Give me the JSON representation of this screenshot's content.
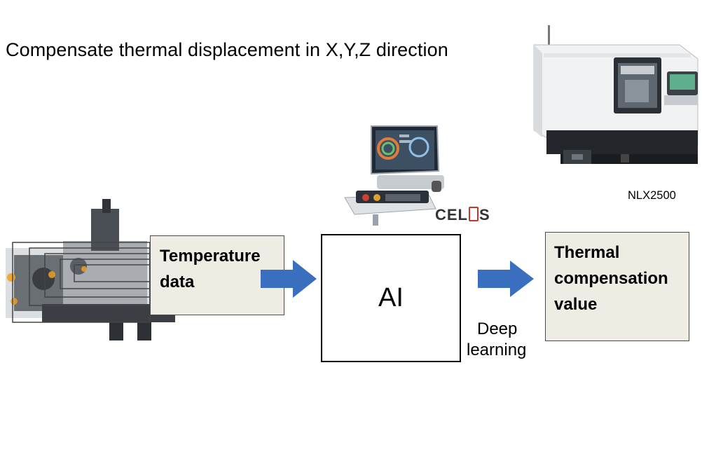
{
  "headline": "Compensate thermal displacement in X,Y,Z direction",
  "machine": {
    "label": "NLX2500",
    "icon": "lathe-machine-photo"
  },
  "controller": {
    "icon": "celos-control-panel-photo",
    "logo_parts": [
      "CEL",
      "S"
    ]
  },
  "spindle_icon": "spindle-assembly-photo",
  "input_box": {
    "line1": "Temperature",
    "line2": "data"
  },
  "process_box": {
    "label": "AI"
  },
  "output_box": {
    "line1": "Thermal",
    "line2": "compensation",
    "line3": "value"
  },
  "method": {
    "line1": "Deep",
    "line2": "learning"
  },
  "colors": {
    "arrow": "#3a6fbf",
    "box_fill": "#efece3",
    "heat": "#f0a020"
  }
}
